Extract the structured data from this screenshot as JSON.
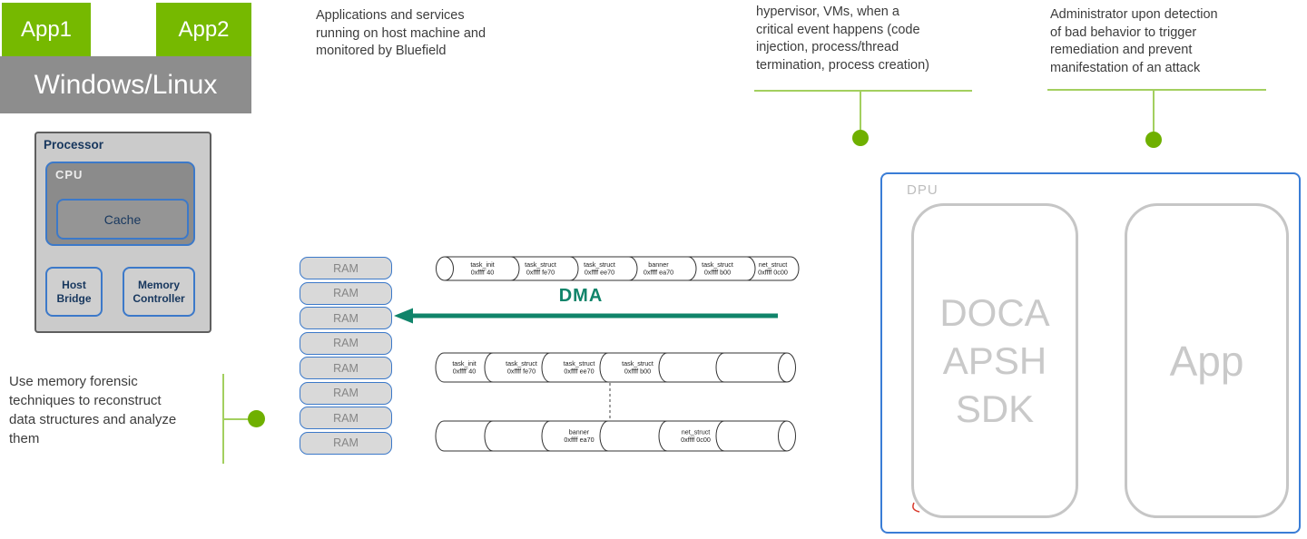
{
  "host_stack": {
    "app1_label": "App1",
    "app2_label": "App2",
    "os_label": "Windows/Linux"
  },
  "processor": {
    "title": "Processor",
    "cpu_label": "CPU",
    "cache_label": "Cache",
    "host_bridge_label": "Host\nBridge",
    "memory_controller_label": "Memory\nController"
  },
  "memory": {
    "ram_label": "RAM",
    "ram_count": 8
  },
  "dma": {
    "label": "DMA"
  },
  "annotations": {
    "apps_monitored": "Applications and services\nrunning on host machine and\nmonitored by Bluefield",
    "critical_events": "hypervisor, VMs, when a\ncritical event happens (code\ninjection, process/thread\ntermination, process creation)",
    "administrator": "Administrator upon detection\nof bad behavior to trigger\nremediation and prevent\nmanifestation of an attack",
    "memory_forensics": "Use memory forensic\ntechniques to reconstruct\ndata structures and analyze\nthem"
  },
  "dpu": {
    "title": "DPU",
    "doca_label": "DOCA\nAPSH\nSDK",
    "app_label": "App"
  },
  "memory_structs": {
    "rows": [
      {
        "cap": "left",
        "segments": [
          {
            "width": 20,
            "name": "",
            "address": ""
          },
          {
            "width": 63,
            "name": "task_init",
            "address": "0xffff`40"
          },
          {
            "width": 65,
            "name": "task_struct",
            "address": "0xffff fe70"
          },
          {
            "width": 65,
            "name": "task_struct",
            "address": "0xffff ee70"
          },
          {
            "width": 65,
            "name": "banner",
            "address": "0xffff ea70"
          },
          {
            "width": 65,
            "name": "task_struct",
            "address": "0xffff b00"
          },
          {
            "width": 57,
            "name": "net_struct",
            "address": "0xffff 0c00"
          }
        ]
      },
      {
        "cap": "right",
        "segments": [
          {
            "width": 63,
            "name": "task_init",
            "address": "0xffff`40"
          },
          {
            "width": 63,
            "name": "task_struct",
            "address": "0xffff fe70"
          },
          {
            "width": 64,
            "name": "task_struct",
            "address": "0xffff ee70"
          },
          {
            "width": 65,
            "name": "task_struct",
            "address": "0xffff b00"
          },
          {
            "width": 63,
            "name": "",
            "address": ""
          },
          {
            "width": 58,
            "name": "",
            "address": ""
          },
          {
            "width": 21,
            "name": "",
            "address": ""
          }
        ]
      },
      {
        "cap": "right",
        "segments": [
          {
            "width": 63,
            "name": "",
            "address": ""
          },
          {
            "width": 63,
            "name": "",
            "address": ""
          },
          {
            "width": 64,
            "name": "banner",
            "address": "0xffff ea70"
          },
          {
            "width": 65,
            "name": "",
            "address": ""
          },
          {
            "width": 63,
            "name": "net_struct",
            "address": "0xffff 0c00"
          },
          {
            "width": 58,
            "name": "",
            "address": ""
          },
          {
            "width": 21,
            "name": "",
            "address": ""
          }
        ]
      }
    ]
  },
  "colors": {
    "nvidia_green": "#76b900",
    "connector_green": "#a3cf5f",
    "dot_green": "#6fb000",
    "dma_green": "#10846a",
    "os_gray": "#8d8d8d",
    "box_border_blue": "#3c79c9",
    "dpu_border_blue": "#3a7dd6",
    "muted_gray": "#c9c9c9"
  }
}
